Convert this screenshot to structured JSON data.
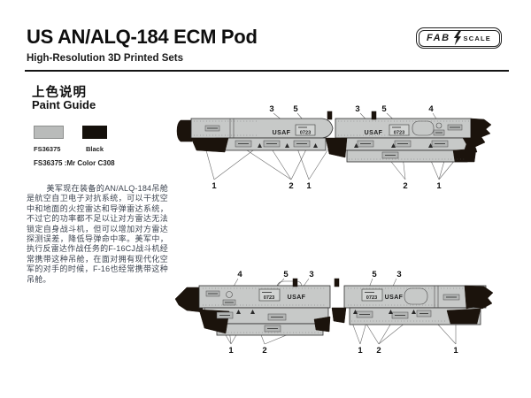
{
  "header": {
    "title": "US AN/ALQ-184 ECM Pod",
    "subtitle": "High-Resolution 3D Printed Sets",
    "logo": {
      "fab": "FAB",
      "scale": "SCALE"
    }
  },
  "paint_guide": {
    "heading_zh": "上色说明",
    "heading_en": "Paint Guide",
    "swatches": [
      {
        "name": "FS36375",
        "color": "#b9bbba"
      },
      {
        "name": "Black",
        "color": "#14100b"
      }
    ],
    "note": "FS36375 :Mr Color C308"
  },
  "description_zh": "美军现在装备的AN/ALQ-184吊舱是航空自卫电子对抗系统，可以干扰空中和地面的火控雷达和导弹雷达系统，不过它的功率都不足以让对方雷达无法锁定自身战斗机，但可以增加对方雷达探测误差，降低导弹命中率。美军中，执行反雷达作战任务的F-16CJ战斗机经常携带这种吊舱，在面对拥有现代化空军的对手的时候，F-16也经常携带这种吊舱。",
  "diagram": {
    "markings": {
      "usaf": "USAF",
      "serial": "0723"
    },
    "callouts": {
      "n1": "1",
      "n2": "2",
      "n3": "3",
      "n4": "4",
      "n5": "5"
    }
  },
  "colors": {
    "pod_gray": "#c7c9c8",
    "pod_black": "#1b130c",
    "swatch_gray": "#b9bbba",
    "swatch_black": "#14100b"
  }
}
